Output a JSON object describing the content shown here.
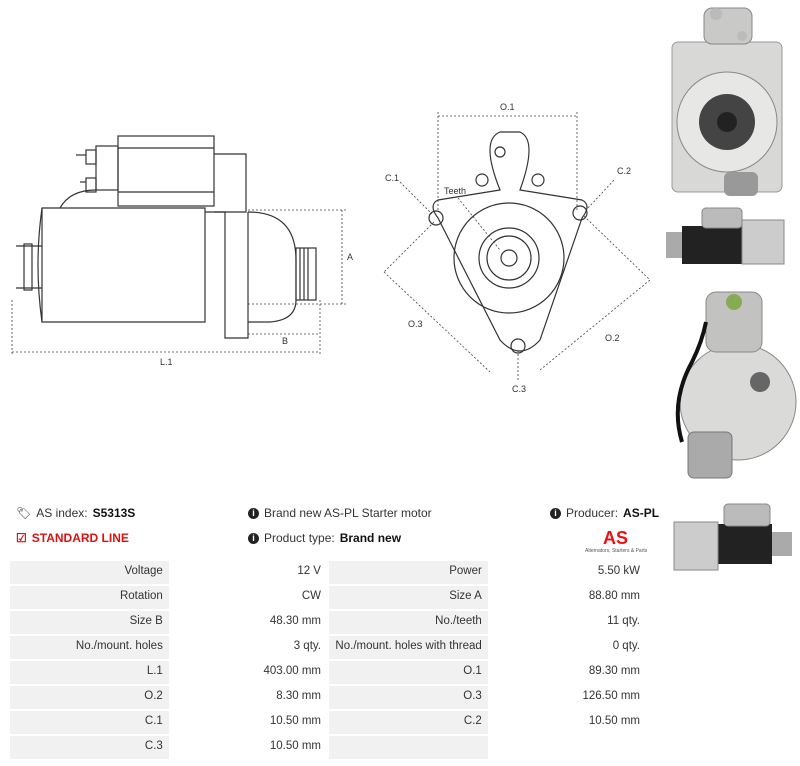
{
  "labels": {
    "l1": "L.1",
    "a": "A",
    "b": "B",
    "o1": "O.1",
    "o2": "O.2",
    "o3": "O.3",
    "c1": "C.1",
    "c2": "C.2",
    "c3": "C.3",
    "teeth": "Teeth"
  },
  "info": {
    "as_index_label": "AS index:",
    "as_index_value": "S5313S",
    "standard_line": "STANDARD LINE",
    "description": "Brand new AS-PL Starter motor",
    "product_type_label": "Product type:",
    "product_type_value": "Brand new",
    "producer_label": "Producer:",
    "producer_value": "AS-PL",
    "logo_text": "AS",
    "logo_tagline": "Alternators, Starters & Parts"
  },
  "specs": [
    [
      "Voltage",
      "12 V",
      "Power",
      "5.50 kW"
    ],
    [
      "Rotation",
      "CW",
      "Size A",
      "88.80 mm"
    ],
    [
      "Size B",
      "48.30 mm",
      "No./teeth",
      "11 qty."
    ],
    [
      "No./mount. holes",
      "3 qty.",
      "No./mount. holes with thread",
      "0 qty."
    ],
    [
      "L.1",
      "403.00 mm",
      "O.1",
      "89.30 mm"
    ],
    [
      "O.2",
      "8.30 mm",
      "O.3",
      "126.50 mm"
    ],
    [
      "C.1",
      "10.50 mm",
      "C.2",
      "10.50 mm"
    ],
    [
      "C.3",
      "10.50 mm",
      "",
      ""
    ]
  ],
  "icons": {
    "tag": "tag-icon",
    "check": "checkbox-icon",
    "info": "info-icon"
  }
}
